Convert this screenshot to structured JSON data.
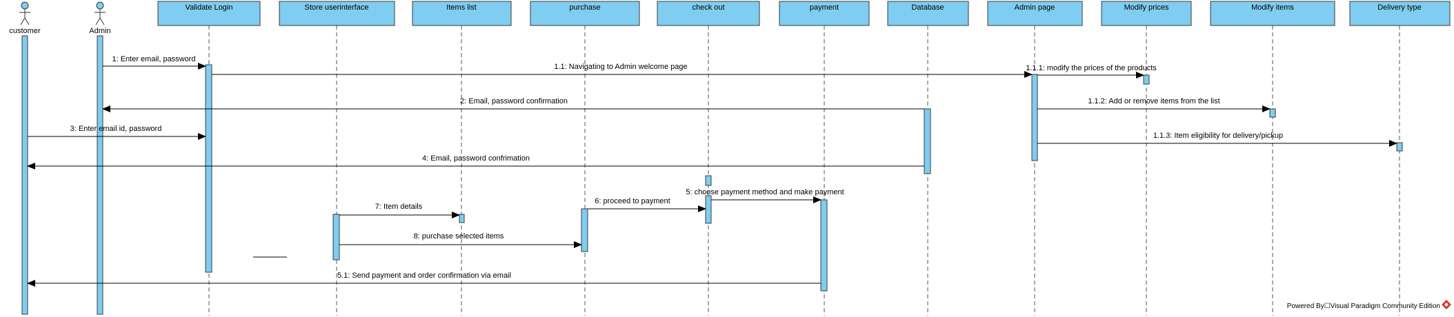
{
  "actors": [
    {
      "id": "customer",
      "label": "customer"
    },
    {
      "id": "admin",
      "label": "Admin"
    }
  ],
  "objects": [
    {
      "id": "validate",
      "label": "Validate Login"
    },
    {
      "id": "store",
      "label": "Store userinterface"
    },
    {
      "id": "items",
      "label": "Items list"
    },
    {
      "id": "purchase",
      "label": "purchase"
    },
    {
      "id": "checkout",
      "label": "check out"
    },
    {
      "id": "payment",
      "label": "payment"
    },
    {
      "id": "database",
      "label": "Database"
    },
    {
      "id": "adminpage",
      "label": "Admin page"
    },
    {
      "id": "modprices",
      "label": "Modify prices"
    },
    {
      "id": "moditems",
      "label": "Modify items"
    },
    {
      "id": "delivery",
      "label": "Delivery type"
    }
  ],
  "messages": [
    {
      "from": "admin",
      "to": "validate",
      "label": "1: Enter email, password"
    },
    {
      "from": "validate",
      "to": "adminpage",
      "label": "1.1: Navigating to Admin welcome page"
    },
    {
      "from": "adminpage",
      "to": "modprices",
      "label": "1.1.1: modify the prices of the products"
    },
    {
      "from": "database",
      "to": "admin",
      "label": "2: Email, password confirmation"
    },
    {
      "from": "adminpage",
      "to": "moditems",
      "label": "1.1.2: Add or remove items from the list"
    },
    {
      "from": "customer",
      "to": "validate",
      "label": "3: Enter email id, password"
    },
    {
      "from": "adminpage",
      "to": "delivery",
      "label": "1.1.3: Item eligibility for delivery/pickup"
    },
    {
      "from": "database",
      "to": "customer",
      "label": "4: Email, password confrimation"
    },
    {
      "from": "checkout",
      "to": "payment",
      "label": "5: choose payment method and make payment"
    },
    {
      "from": "purchase",
      "to": "checkout",
      "label": "6: proceed to payment"
    },
    {
      "from": "store",
      "to": "items",
      "label": "7: Item details"
    },
    {
      "from": "store",
      "to": "purchase",
      "label": "8: purchase selected items"
    },
    {
      "from": "payment",
      "to": "customer",
      "label": "5.1: Send payment and order confirmation via email"
    }
  ],
  "colors": {
    "box_fill": "#7fcdf0",
    "box_stroke": "#3a3a3a",
    "activation_fill": "#7fcdf0",
    "actor_fill": "#7fcdf0",
    "logo": "#d9342b"
  },
  "footer": "Powered By☐Visual Paradigm Community Edition"
}
